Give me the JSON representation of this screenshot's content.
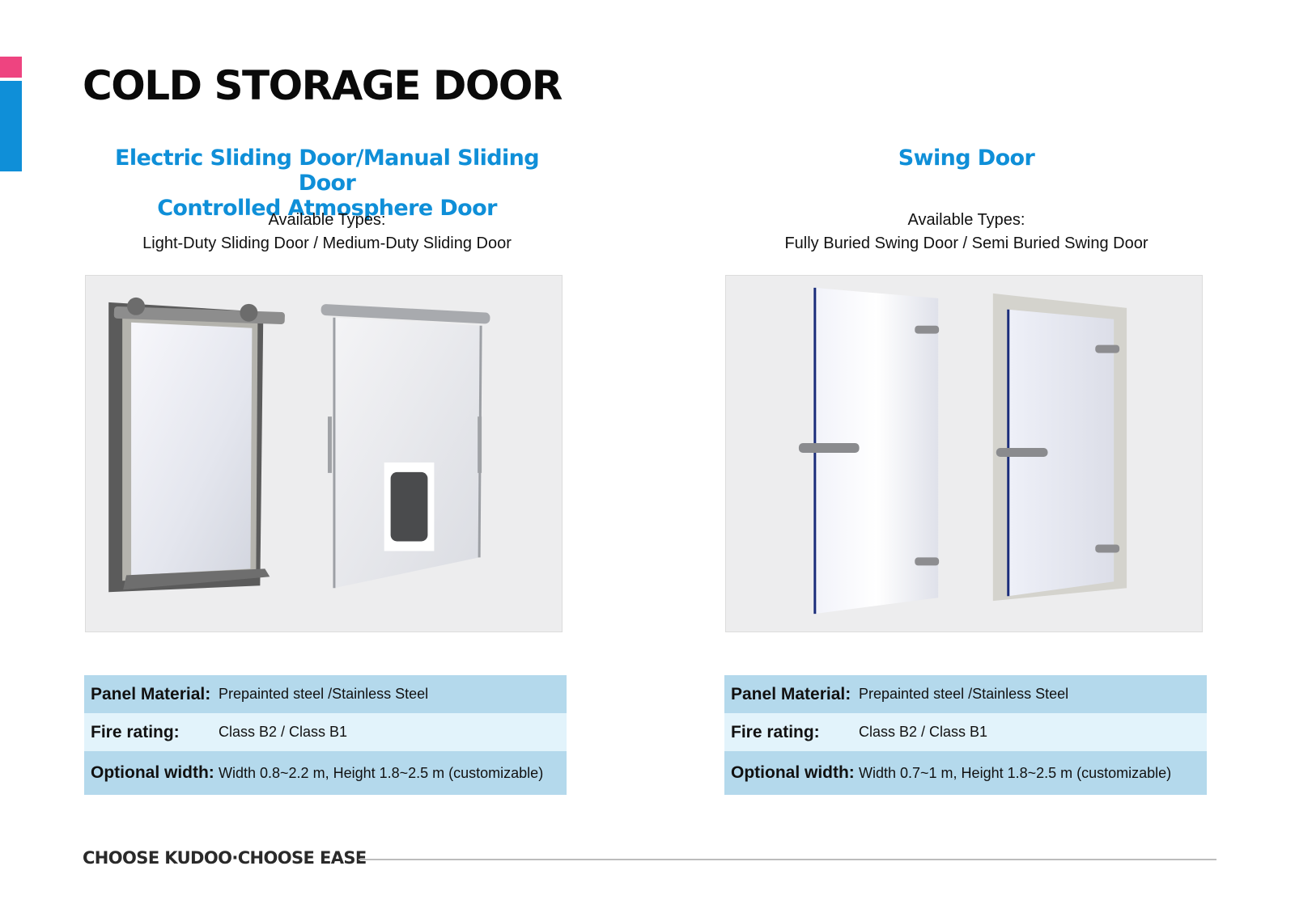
{
  "page": {
    "title": "COLD STORAGE DOOR",
    "footer_slogan": "CHOOSE KUDOO·CHOOSE EASE"
  },
  "colors": {
    "accent_blue": "#0f8fd8",
    "accent_pink": "#ee4480",
    "table_row_dark": "#b4d9ec",
    "table_row_light": "#e2f3fb"
  },
  "sections": [
    {
      "heading_lines": [
        "Electric Sliding Door/Manual Sliding Door",
        "Controlled Atmosphere Door"
      ],
      "types_label": "Available Types:",
      "types": "Light-Duty Sliding Door / Medium-Duty Sliding Door",
      "specs": [
        {
          "label": "Panel Material:",
          "value": "Prepainted steel /Stainless Steel"
        },
        {
          "label": "Fire rating:",
          "value": "Class B2 / Class B1"
        },
        {
          "label": "Optional width:",
          "value": "Width 0.8~2.2 m, Height 1.8~2.5 m (customizable)"
        }
      ]
    },
    {
      "heading_lines": [
        "Swing Door"
      ],
      "types_label": "Available Types:",
      "types": "Fully Buried Swing Door / Semi Buried Swing Door",
      "specs": [
        {
          "label": "Panel Material:",
          "value": "Prepainted steel /Stainless Steel"
        },
        {
          "label": "Fire rating:",
          "value": "Class B2 / Class B1"
        },
        {
          "label": "Optional width:",
          "value": "Width 0.7~1 m, Height 1.8~2.5 m (customizable)"
        }
      ]
    }
  ]
}
